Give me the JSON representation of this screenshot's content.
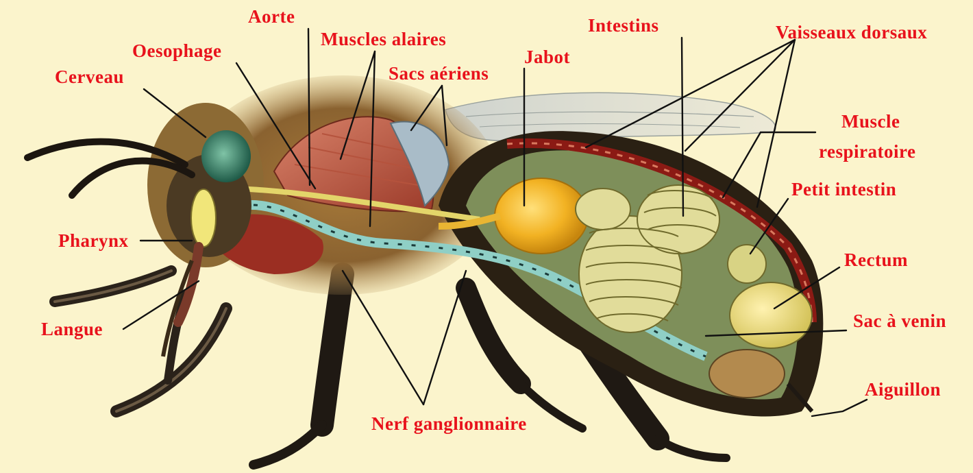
{
  "colors": {
    "background": "#fbf4cc",
    "label": "#e8121c",
    "leader_line": "#111111"
  },
  "labels": {
    "aorte": "Aorte",
    "muscles_alaires": "Muscles alaires",
    "intestins": "Intestins",
    "vaisseaux_dorsaux": "Vaisseaux dorsaux",
    "oesophage": "Oesophage",
    "jabot": "Jabot",
    "sacs_aeriens": "Sacs aériens",
    "cerveau": "Cerveau",
    "muscle_respiratoire_1": "Muscle",
    "muscle_respiratoire_2": "respiratoire",
    "petit_intestin": "Petit intestin",
    "pharynx": "Pharynx",
    "rectum": "Rectum",
    "sac_a_venin": "Sac à venin",
    "langue": "Langue",
    "aiguillon": "Aiguillon",
    "nerf_ganglionnaire": "Nerf ganglionnaire"
  }
}
